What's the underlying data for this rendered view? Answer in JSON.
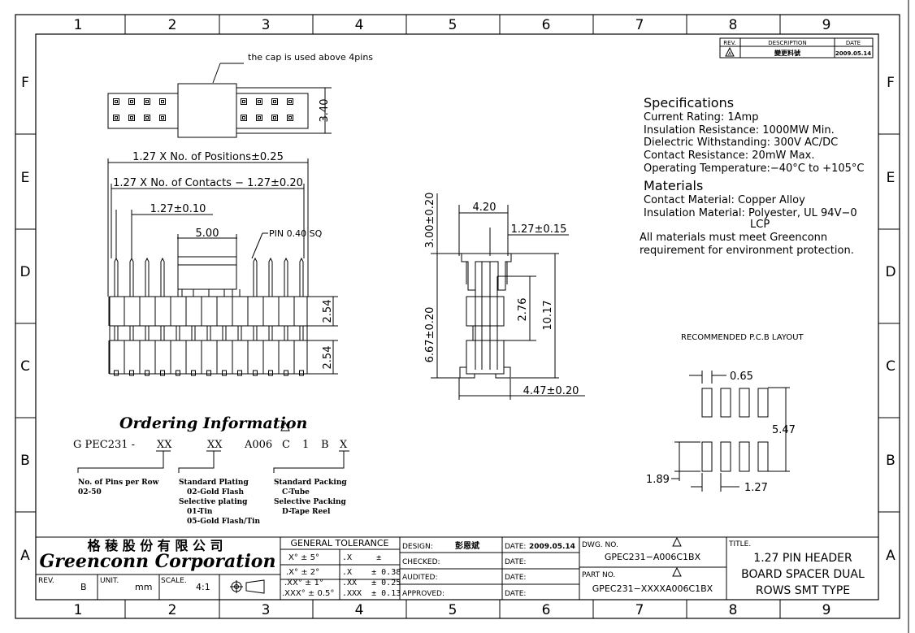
{
  "zones": {
    "columns": [
      "1",
      "2",
      "3",
      "4",
      "5",
      "6",
      "7",
      "8",
      "9"
    ],
    "rows": [
      "F",
      "E",
      "D",
      "C",
      "B",
      "A"
    ]
  },
  "revision_block": {
    "headers": [
      "REV.",
      "DESCRIPTION",
      "DATE"
    ],
    "row": {
      "rev": "A",
      "description": "變更料號",
      "date": "2009.05.14"
    }
  },
  "top_view": {
    "note": "the cap is used above 4pins",
    "height_dim": "3.40"
  },
  "front_view": {
    "dim_positions": "1.27 X No. of Positions±0.25",
    "dim_contacts": "1.27 X No. of Contacts − 1.27±0.20",
    "dim_pitch": "1.27±0.10",
    "dim_cap": "5.00",
    "pin_label": "PIN 0.40 SQ",
    "dim_row1": "2.54",
    "dim_row2": "2.54"
  },
  "side_view": {
    "dim_top_width": "4.20",
    "dim_pitch": "1.27±0.15",
    "dim_upper": "3.00±0.20",
    "dim_lower": "6.67±0.20",
    "dim_mid": "2.76",
    "dim_total": "10.17",
    "dim_bottom": "4.47±0.20"
  },
  "specifications": {
    "title": "Specifications",
    "lines": [
      "Current Rating:  1Amp",
      "Insulation Resistance:  1000MW Min.",
      "Dielectric Withstanding:  300V AC/DC",
      "Contact Resistance:  20mW Max.",
      "Operating Temperature:−40°C to +105°C"
    ]
  },
  "materials": {
    "title": "Materials",
    "lines": [
      "Contact Material: Copper Alloy",
      "Insulation Material: Polyester, UL 94V−0",
      "LCP",
      "All materials must meet Greenconn",
      "requirement for environment protection."
    ]
  },
  "pcb_layout": {
    "title": "RECOMMENDED P.C.B LAYOUT",
    "dim_pad_width": "0.65",
    "dim_span": "5.47",
    "dim_pad_length": "1.89",
    "dim_pitch": "1.27"
  },
  "ordering": {
    "title": "Ordering Information",
    "code": {
      "prefix": "G PEC231 -",
      "pins": "XX",
      "plating": "XX",
      "mid": "A006",
      "c": "C",
      "one": "1",
      "b": "B",
      "packing": "X"
    },
    "pins_desc": [
      "No. of Pins per Row",
      "02-50"
    ],
    "plating_desc": [
      "Standard Plating",
      "02-Gold Flash",
      "Selective plating",
      "01-Tin",
      "05-Gold Flash/Tin"
    ],
    "packing_desc": [
      "Standard Packing",
      "C-Tube",
      "Selective Packing",
      "D-Tape Reel"
    ]
  },
  "title_block": {
    "company_cn": "格 稜 股 份 有 限 公 司",
    "company_en": "Greenconn Corporation",
    "rev_label": "REV.",
    "rev_value": "B",
    "unit_label": "UNIT.",
    "unit_value": "mm",
    "scale_label": "SCALE.",
    "scale_value": "4:1",
    "tolerance_header": "GENERAL  TOLERANCE",
    "tolerance_angles": [
      "X° ± 5°",
      ".X° ± 2°",
      ".XX° ± 1°",
      ".XXX° ± 0.5°"
    ],
    "tolerance_linear": [
      ".X     ±",
      ".X    ± 0.38",
      ".XX   ± 0.25",
      ".XXX  ± 0.13"
    ],
    "design_label": "DESIGN:",
    "design_value": "彭恩斌",
    "checked_label": "CHECKED:",
    "audited_label": "AUDITED:",
    "approved_label": "APPROVED:",
    "date_label": "DATE:",
    "date_value": "2009.05.14",
    "dwg_label": "DWG. NO.",
    "dwg_value": "GPEC231−A006C1BX",
    "part_label": "PART NO.",
    "part_value": "GPEC231−XXXXA006C1BX",
    "rev_mark": "A",
    "title_label": "TITLE.",
    "title_lines": [
      "1.27 PIN HEADER",
      "BOARD SPACER DUAL",
      "ROWS SMT TYPE"
    ]
  }
}
